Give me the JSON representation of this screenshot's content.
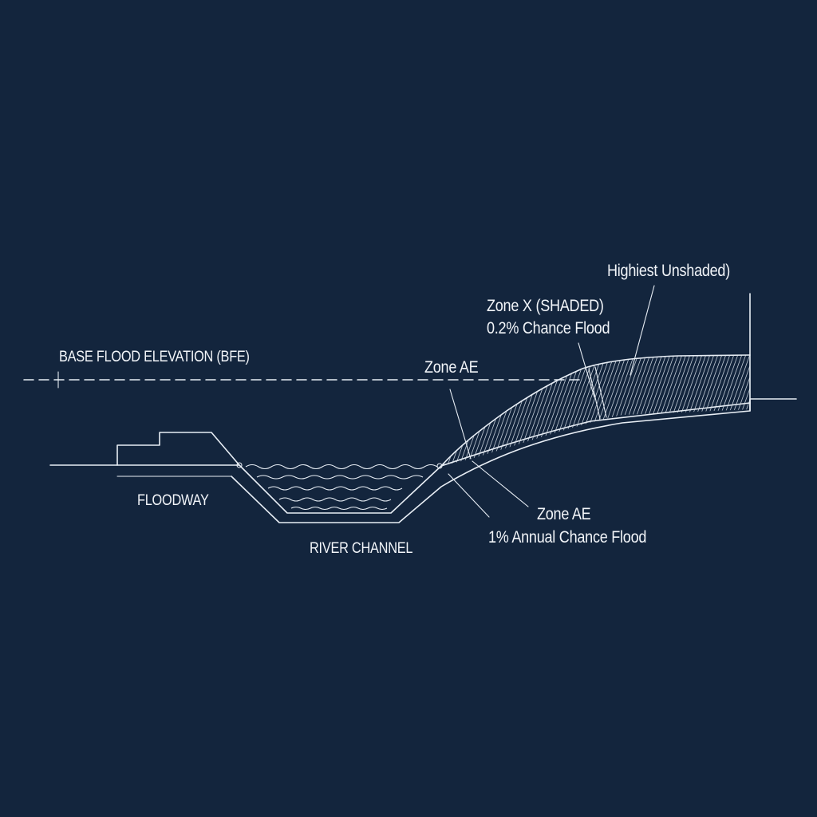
{
  "labels": {
    "bfe": "BASE FLOOD ELEVATION (BFE)",
    "zone_ae_top": "Zone AE",
    "zone_x_line1": "Zone X (SHADED)",
    "zone_x_line2": "0.2% Chance Flood",
    "highest_unshaded": "Highiest Unshaded)",
    "floodway": "FLOODWAY",
    "river_channel": "RIVER CHANNEL",
    "zone_ae_line1": "Zone AE",
    "zone_ae_line2": "1% Annual Chance Flood"
  },
  "colors": {
    "background": "#13253d",
    "line": "#e8eef5"
  }
}
